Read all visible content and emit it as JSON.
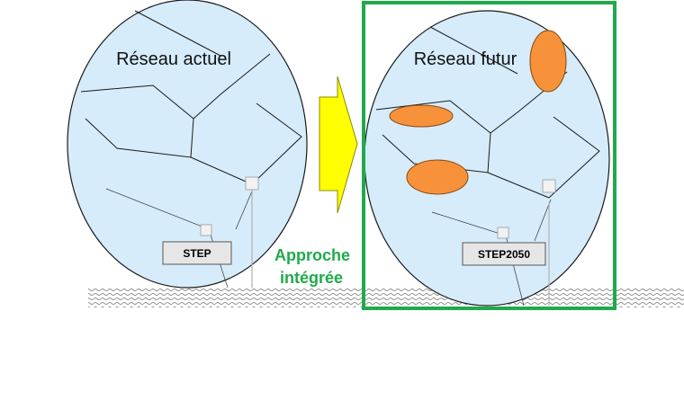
{
  "left": {
    "title": "Réseau actuel",
    "plant_label": "STEP"
  },
  "right": {
    "title": "Réseau futur",
    "plant_label": "STEP2050"
  },
  "middle": {
    "caption_line1": "Approche",
    "caption_line2": "intégrée"
  },
  "colors": {
    "circle_fill": "#d6ecfa",
    "circle_stroke": "#1a1a1a",
    "zone_fill": "#f7923a",
    "zone_stroke": "#8a4a12",
    "arrow_fill": "#ffff00",
    "arrow_stroke": "#8a8a00",
    "frame_green": "#1faa4b",
    "caption_green": "#1faa4b",
    "label_box_fill": "#e6e6e6"
  }
}
